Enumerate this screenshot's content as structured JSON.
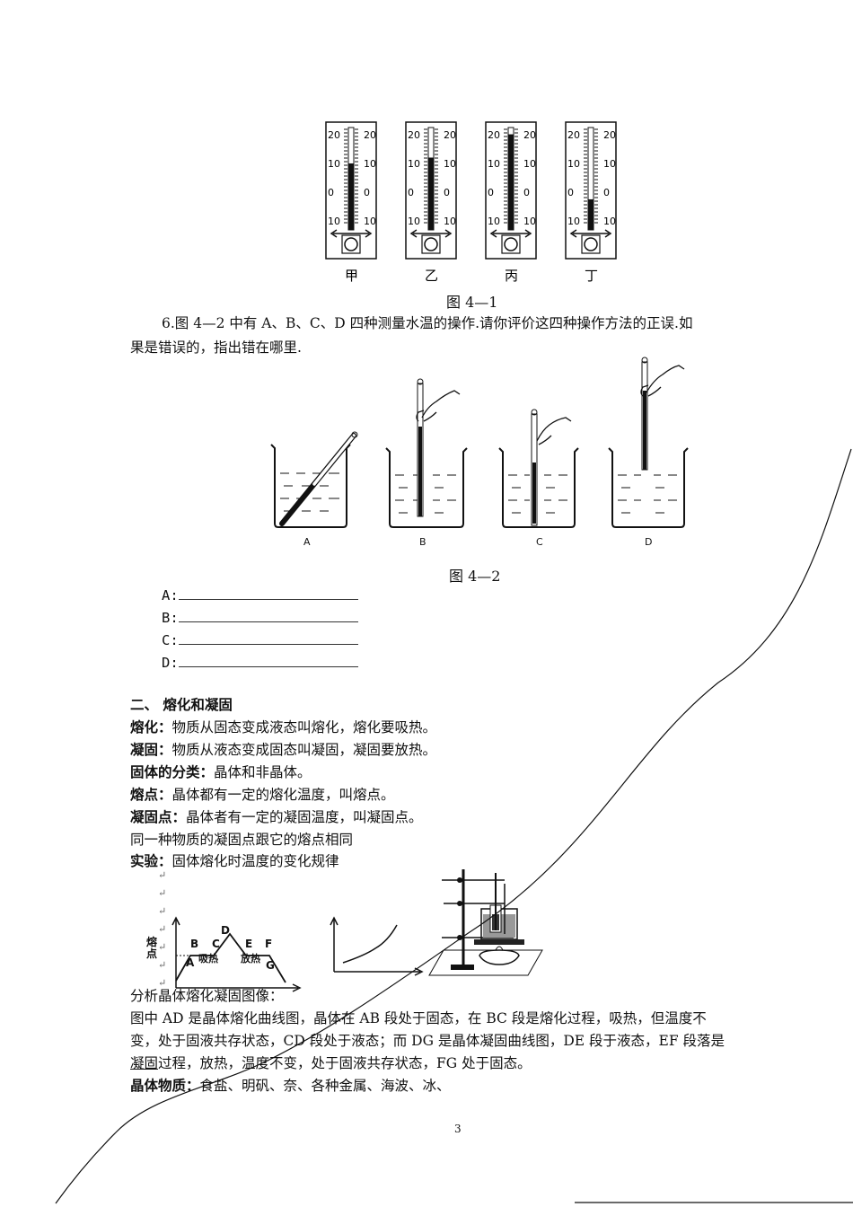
{
  "fig1": {
    "caption": "图 4—1",
    "scale_ticks": [
      "20",
      "10",
      "0",
      "10"
    ],
    "labels": [
      "甲",
      "乙",
      "丙",
      "丁"
    ],
    "levels": [
      0.63,
      0.69,
      0.93,
      0.26
    ]
  },
  "question6": {
    "line1": "6.图 4—2 中有 A、B、C、D 四种测量水温的操作.请你评价这四种操作方法的正误.如",
    "line2": "果是错误的，指出错在哪里."
  },
  "fig2": {
    "caption": "图 4—2",
    "labels": [
      "A",
      "B",
      "C",
      "D"
    ]
  },
  "answers": [
    "A:",
    "B:",
    "C:",
    "D:"
  ],
  "section": {
    "heading": "二、  熔化和凝固",
    "items": [
      {
        "term": "熔化：",
        "text": "物质从固态变成液态叫熔化，熔化要吸热。"
      },
      {
        "term": "凝固：",
        "text": "物质从液态变成固态叫凝固，凝固要放热。"
      },
      {
        "term": "固体的分类：",
        "text": "晶体和非晶体。"
      },
      {
        "term": "熔点：",
        "text": "晶体都有一定的熔化温度，叫熔点。"
      },
      {
        "term": "凝固点：",
        "text": "晶体者有一定的凝固温度，叫凝固点。"
      }
    ],
    "plain_line": "同一种物质的凝固点跟它的熔点相同",
    "experiment": {
      "term": "实验：",
      "text": "固体熔化时温度的变化规律"
    }
  },
  "graph": {
    "y_label": "熔点",
    "points": [
      "A",
      "B",
      "C",
      "D",
      "E",
      "F",
      "G"
    ],
    "absorb": "吸热",
    "release": "放热"
  },
  "analysis": {
    "title": "分析晶体熔化凝固图像：",
    "line1": "图中 AD 是晶体熔化曲线图，晶体在 AB 段处于固态，在 BC 段是熔化过程，吸热，但温度不",
    "line2": "变，处于固液共存状态，CD 段处于液态；而 DG 是晶体凝固曲线图，DE 段于液态，EF 段落是",
    "line3_underlined": "凝固",
    "line3_rest": "过程，放热，温度不变，处于固液共存状态，FG 处于固态。"
  },
  "crystal": {
    "term": "晶体物质：",
    "text": "食盐、明矾、奈、各种金属、海波、冰、"
  },
  "page_number": "3"
}
